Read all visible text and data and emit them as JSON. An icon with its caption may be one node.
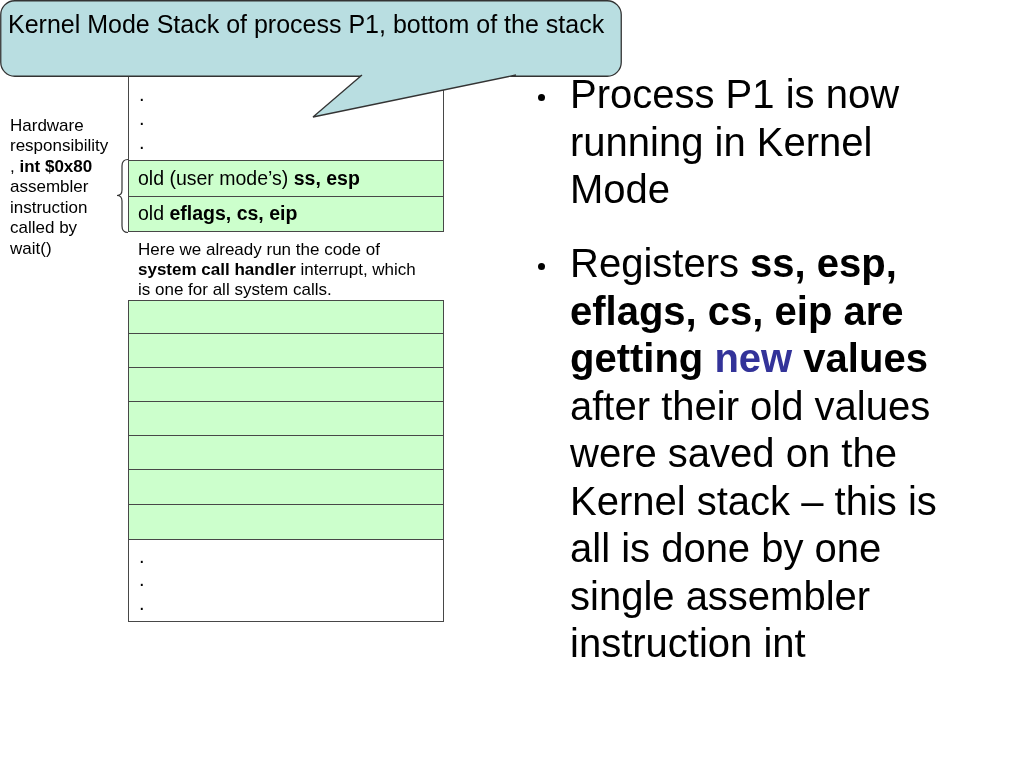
{
  "diagram": {
    "nodes": [
      {
        "text": [
          "Kernel Mode Stack of process P1, bottom of the stack"
        ]
      },
      {
        "text": [
          ". . ."
        ]
      },
      {
        "text": [
          "old (user mode’s) **ss, esp**"
        ]
      },
      {
        "text": [
          "old **eflags, cs, eip**"
        ]
      },
      {
        "text": [],
        "shape": "box"
      },
      {
        "text": [],
        "shape": "box"
      },
      {
        "text": [],
        "shape": "box"
      },
      {
        "text": [],
        "shape": "box"
      },
      {
        "text": [],
        "shape": "box"
      },
      {
        "text": [],
        "shape": "box"
      },
      {
        "text": [],
        "shape": "box"
      },
      {
        "text": [
          ". . ."
        ]
      }
    ],
    "labels": [
      "Hardware responsibility , **int $0x80** assembler instruction called by wait()",
      "Here we already run the code of **system call handler** interrupt, which is one for all system calls.",
      "Process P1 is now running in Kernel Mode",
      "Registers **ss, esp, eflags, cs, eip are getting** **new** **values** after their old values were saved on the Kernel stack – this is all is done by one single assembler instruction int"
    ]
  }
}
